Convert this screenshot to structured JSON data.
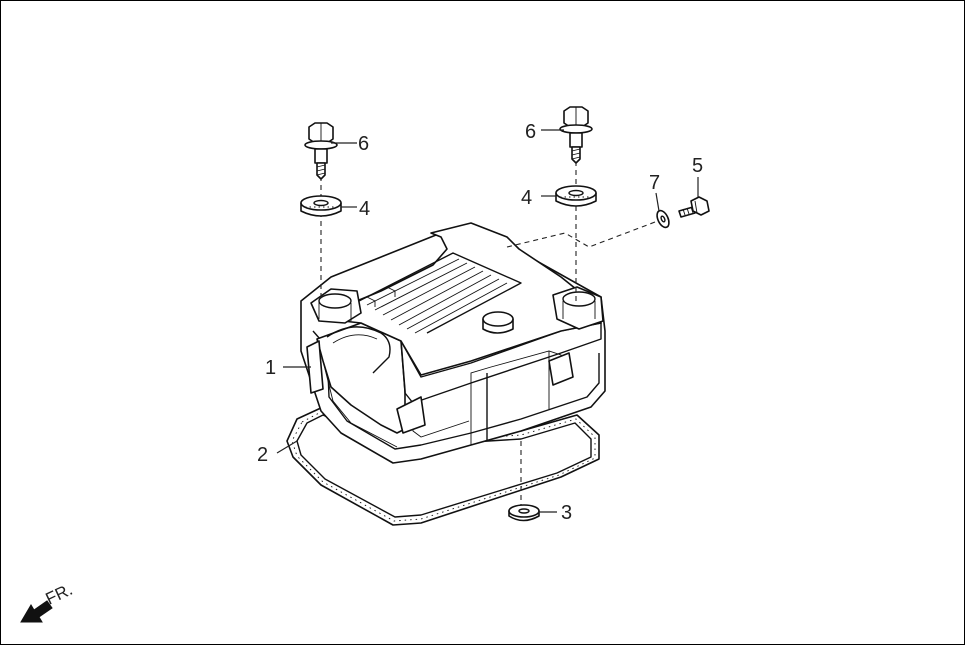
{
  "diagram": {
    "callouts": [
      {
        "id": "1",
        "text": "1",
        "part": "cylinder-head-cover"
      },
      {
        "id": "2",
        "text": "2",
        "part": "cover-gasket"
      },
      {
        "id": "3",
        "text": "3",
        "part": "washer"
      },
      {
        "id": "4a",
        "text": "4",
        "part": "rubber-seal"
      },
      {
        "id": "4b",
        "text": "4",
        "part": "rubber-seal"
      },
      {
        "id": "5",
        "text": "5",
        "part": "bolt"
      },
      {
        "id": "6a",
        "text": "6",
        "part": "flange-bolt"
      },
      {
        "id": "6b",
        "text": "6",
        "part": "flange-bolt"
      },
      {
        "id": "7",
        "text": "7",
        "part": "washer"
      }
    ],
    "front_indicator": {
      "text": "FR.",
      "icon": "arrow-down-left-icon"
    }
  }
}
